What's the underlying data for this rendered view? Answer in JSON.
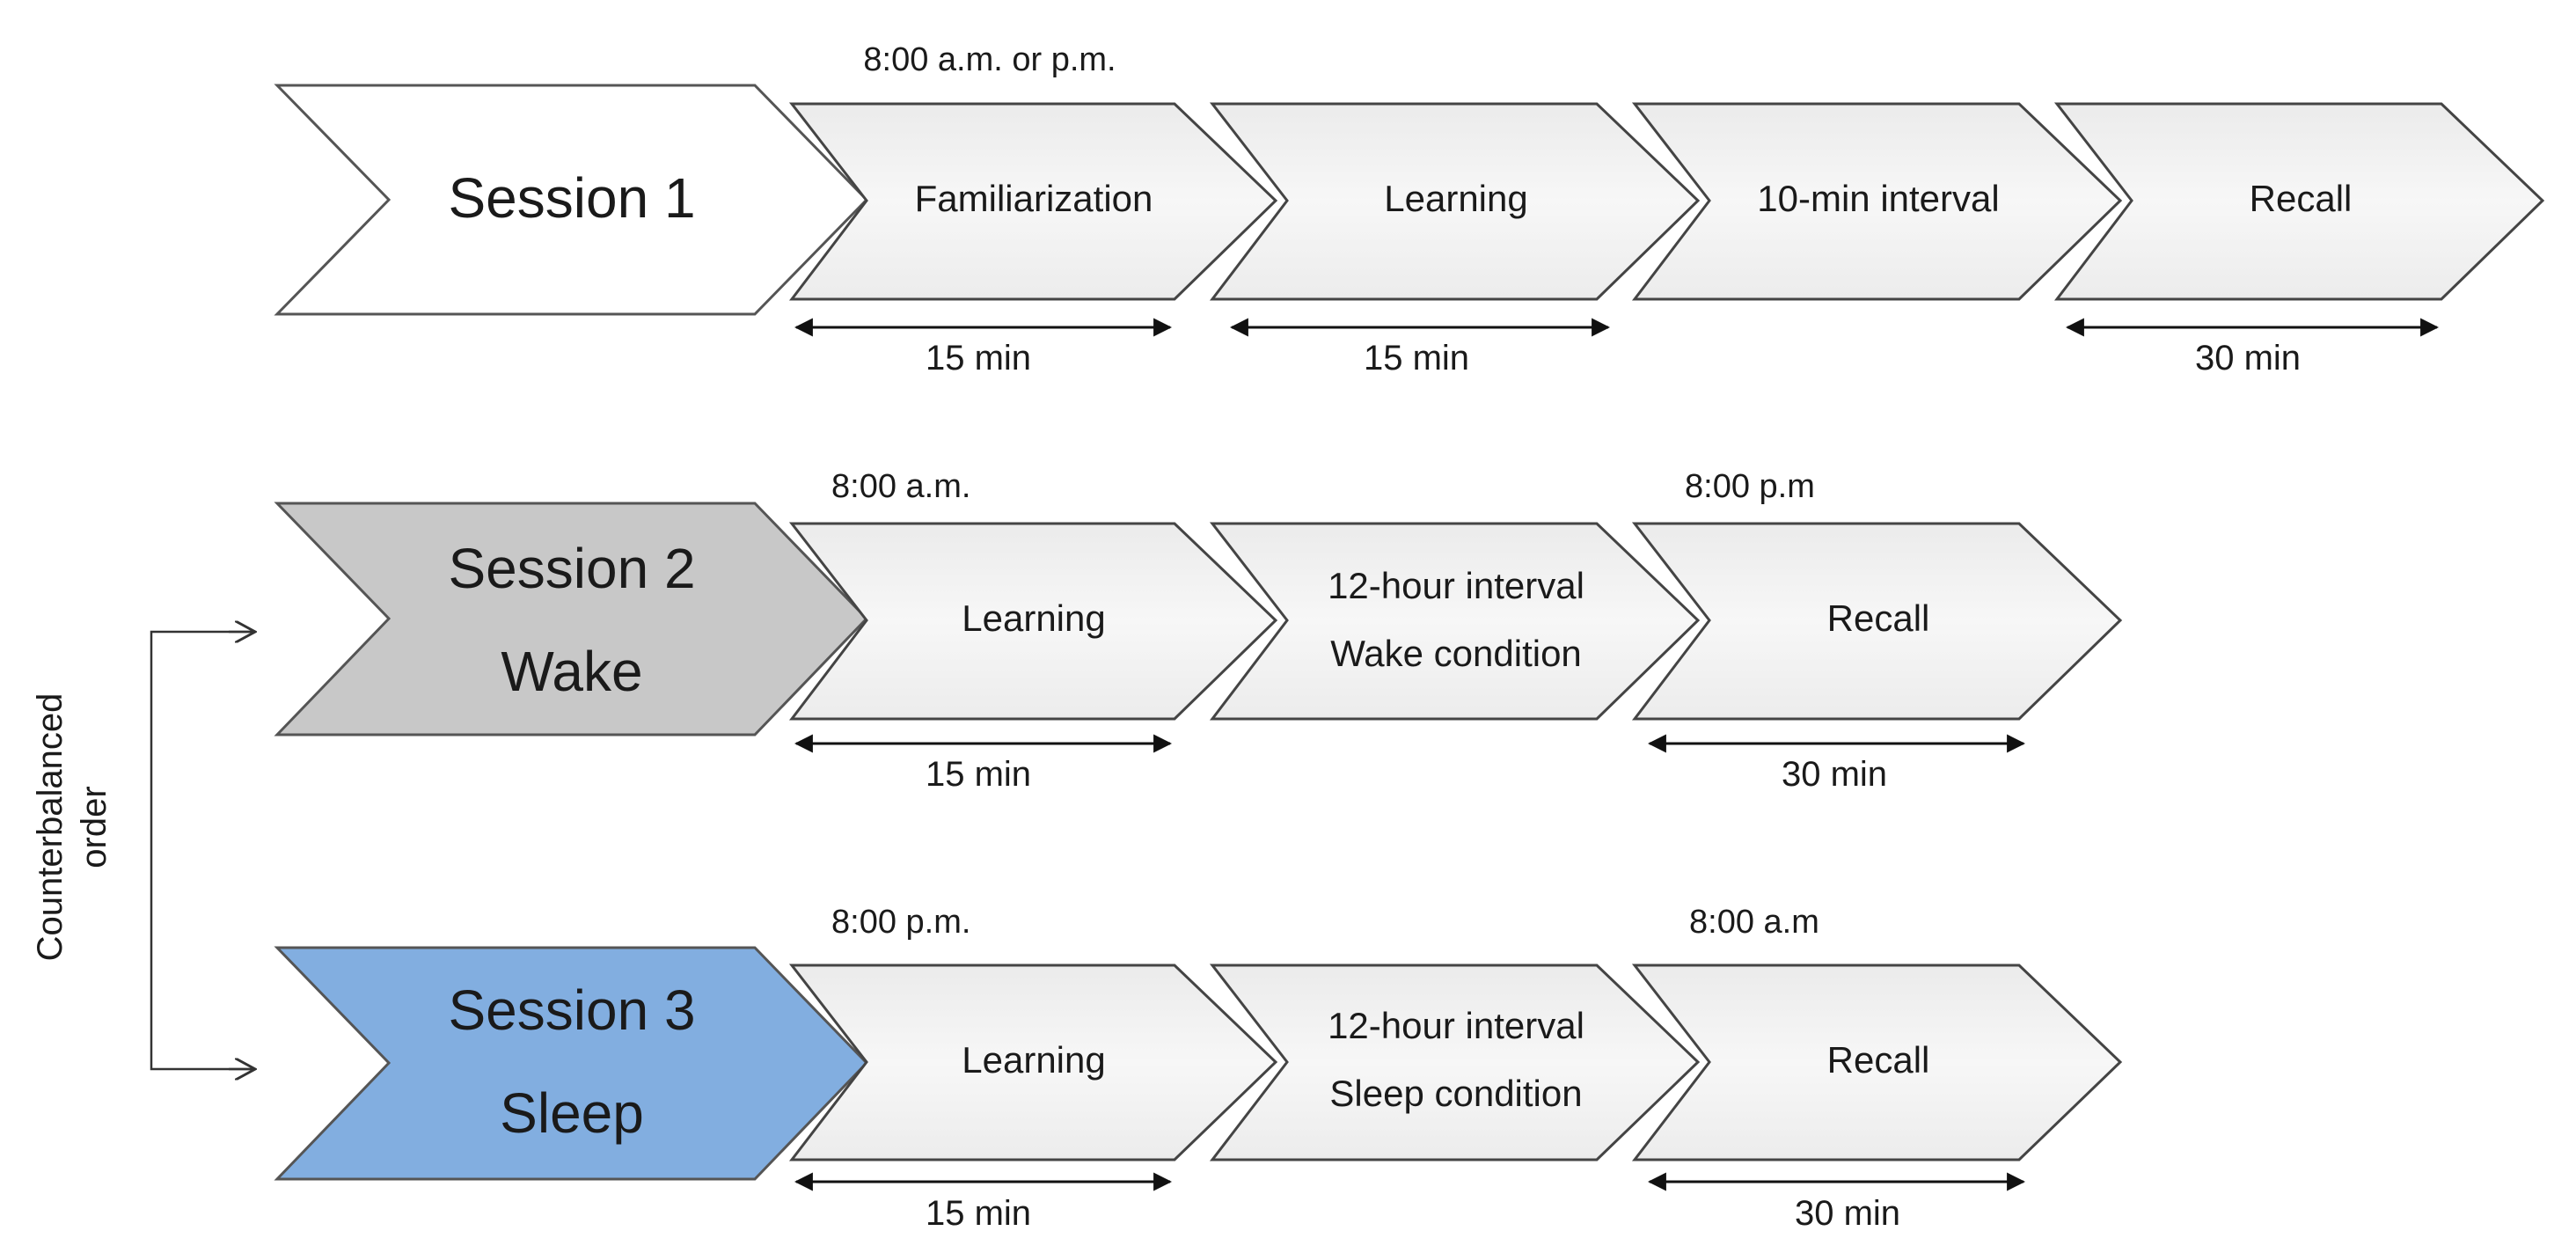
{
  "sessions": {
    "s1": {
      "label": "Session 1",
      "time": "8:00 a.m. or p.m.",
      "steps": [
        "Familiarization",
        "Learning",
        "10-min interval",
        "Recall"
      ],
      "durations": [
        "15 min",
        "15 min",
        "30 min"
      ]
    },
    "s2": {
      "label": "Session 2",
      "condition": "Wake",
      "time_start": "8:00 a.m.",
      "time_end": "8:00 p.m",
      "steps": [
        "Learning",
        "12-hour interval",
        "Wake condition",
        "Recall"
      ],
      "durations": [
        "15 min",
        "30 min"
      ]
    },
    "s3": {
      "label": "Session 3",
      "condition": "Sleep",
      "time_start": "8:00 p.m.",
      "time_end": "8:00 a.m",
      "steps": [
        "Learning",
        "12-hour interval",
        "Sleep condition",
        "Recall"
      ],
      "durations": [
        "15 min",
        "30 min"
      ]
    }
  },
  "side_label": [
    "Counterbalanced",
    "order"
  ],
  "colors": {
    "session1_fill": "#ffffff",
    "session2_fill": "#c8c8c8",
    "session3_fill": "#82aee0",
    "step_fill": "#f2f2f2"
  }
}
